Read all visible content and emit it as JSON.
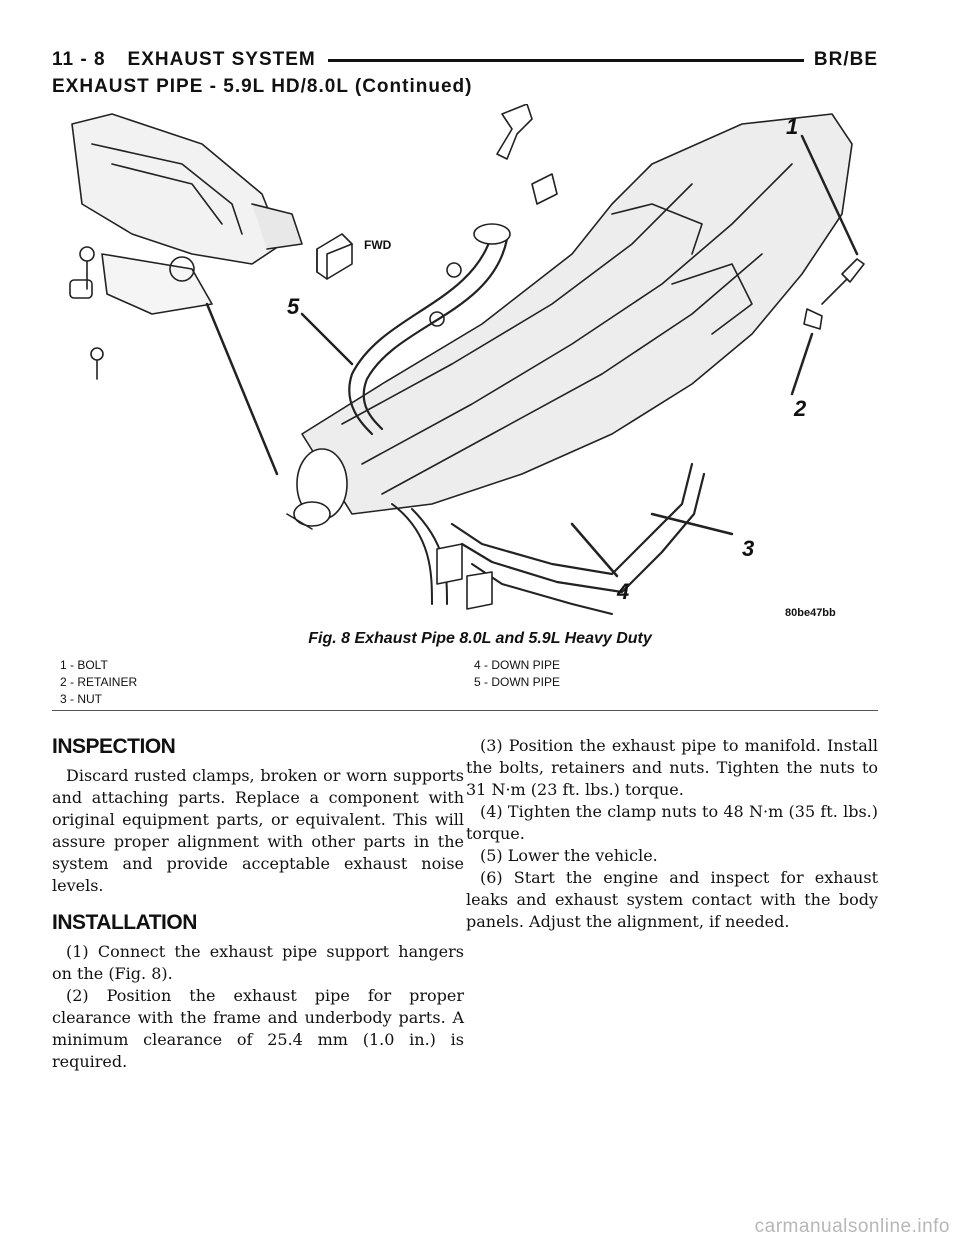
{
  "header": {
    "page_number": "11 - 8",
    "section": "EXHAUST SYSTEM",
    "model": "BR/BE"
  },
  "continued_title": "EXHAUST PIPE - 5.9L HD/8.0L (Continued)",
  "figure": {
    "callouts": [
      "1",
      "2",
      "3",
      "4",
      "5"
    ],
    "fwd_label": "FWD",
    "image_id": "80be47bb",
    "caption": "Fig. 8 Exhaust Pipe 8.0L and 5.9L Heavy Duty",
    "legend_left": [
      "1 - BOLT",
      "2 - RETAINER",
      "3 - NUT"
    ],
    "legend_right": [
      "4 - DOWN PIPE",
      "5 - DOWN PIPE"
    ]
  },
  "inspection": {
    "heading": "INSPECTION",
    "text": "Discard rusted clamps, broken or worn supports and attaching parts. Replace a component with original equipment parts, or equivalent. This will assure proper alignment with other parts in the system and provide acceptable exhaust noise levels."
  },
  "installation": {
    "heading": "INSTALLATION",
    "steps": [
      "(1) Connect the exhaust pipe support hangers on the (Fig. 8).",
      "(2) Position the exhaust pipe for proper clearance with the frame and underbody parts. A minimum clearance of 25.4 mm (1.0 in.) is required.",
      "(3) Position the exhaust pipe to manifold. Install the bolts, retainers and nuts. Tighten the nuts to 31 N·m (23 ft. lbs.) torque.",
      "(4) Tighten the clamp nuts to 48 N·m (35 ft. lbs.) torque.",
      "(5) Lower the vehicle.",
      "(6) Start the engine and inspect for exhaust leaks and exhaust system contact with the body panels. Adjust the alignment, if needed."
    ]
  },
  "watermark": "carmanualsonline.info"
}
